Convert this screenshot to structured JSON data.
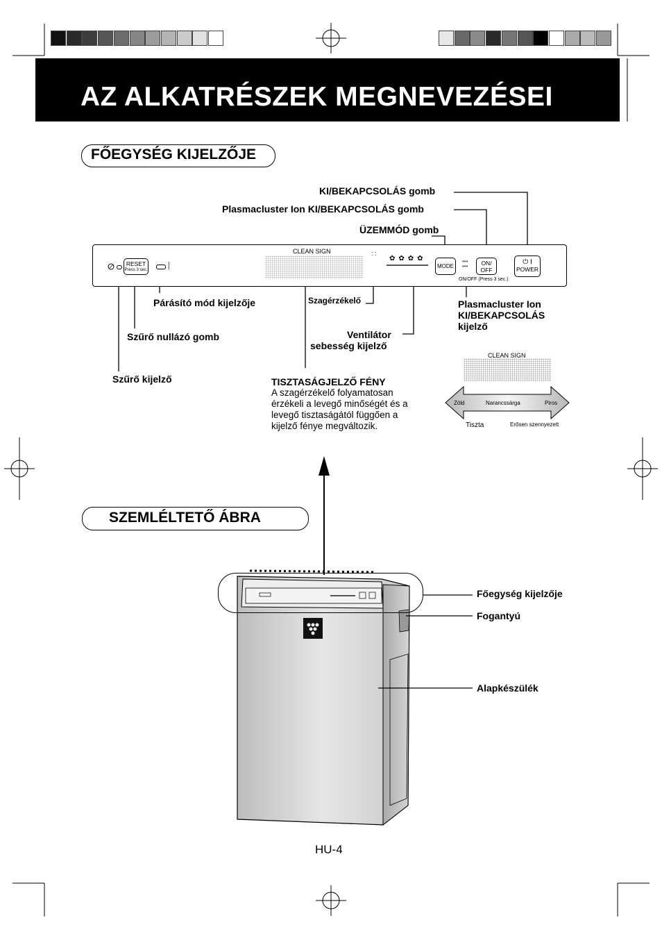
{
  "title": "AZ ALKATRÉSZEK MEGNEVEZÉSEI",
  "sections": {
    "display": "FŐEGYSÉG KIJELZŐJE",
    "illustration": "SZEMLÉLTETŐ ÁBRA"
  },
  "panel": {
    "clean_sign": "CLEAN  SIGN",
    "reset_line1": "RESET",
    "reset_line2": "Press 3 sec.",
    "mode": "MODE",
    "on_label": "ON/",
    "off_label": "OFF",
    "power": "POWER",
    "power_symbol": "⏻ I",
    "onoff_press": "ON/OFF (Press 3 sec.)"
  },
  "labels": {
    "power_button": "KI/BEKAPCSOLÁS gomb",
    "plasmacluster_button": "Plasmacluster Ion KI/BEKAPCSOLÁS gomb",
    "mode_button": "ÜZEMMÓD gomb",
    "humidify_indicator": "Párásító mód kijelzője",
    "odor_sensor": "Szagérzékelő",
    "plasmacluster_indicator": [
      "Plasmacluster Ion",
      "KI/BEKAPCSOLÁS",
      "kijelző"
    ],
    "filter_reset": "Szűrő nullázó gomb",
    "fan_speed": [
      "Ventilátor",
      "sebesség kijelző"
    ],
    "filter_indicator": "Szűrő kijelző",
    "clean_light_title": "TISZTASÁGJELZŐ FÉNY",
    "clean_light_desc": [
      "A szagérzékelő folyamatosan",
      "érzékeli a levegő minőségét és a",
      "levegő tisztaságától függően a",
      "kijelző fénye megváltozik."
    ]
  },
  "legend": {
    "clean_sign": "CLEAN  SIGN",
    "green": "Zöld",
    "orange": "Narancssárga",
    "red": "Piros",
    "clean": "Tiszta",
    "dirty": "Erősen szennyezett"
  },
  "device_labels": {
    "display": "Főegység kijelzője",
    "handle": "Fogantyú",
    "main_unit": "Alapkészülék"
  },
  "page_number": "HU-4",
  "colors": {
    "swatches_left": [
      "#111111",
      "#2a2a2a",
      "#3d3d3d",
      "#555555",
      "#6c6c6c",
      "#858585",
      "#9c9c9c",
      "#b4b4b4",
      "#cbcbcb",
      "#e2e2e2",
      "#ffffff"
    ],
    "swatches_right": [
      "#e8e8e8",
      "#6a6a6a",
      "#8a8a8a",
      "#2a2a2a",
      "#777777",
      "#555555",
      "#000000",
      "#ffffff",
      "#aaaaaa",
      "#bbbbbb",
      "#999999"
    ]
  }
}
